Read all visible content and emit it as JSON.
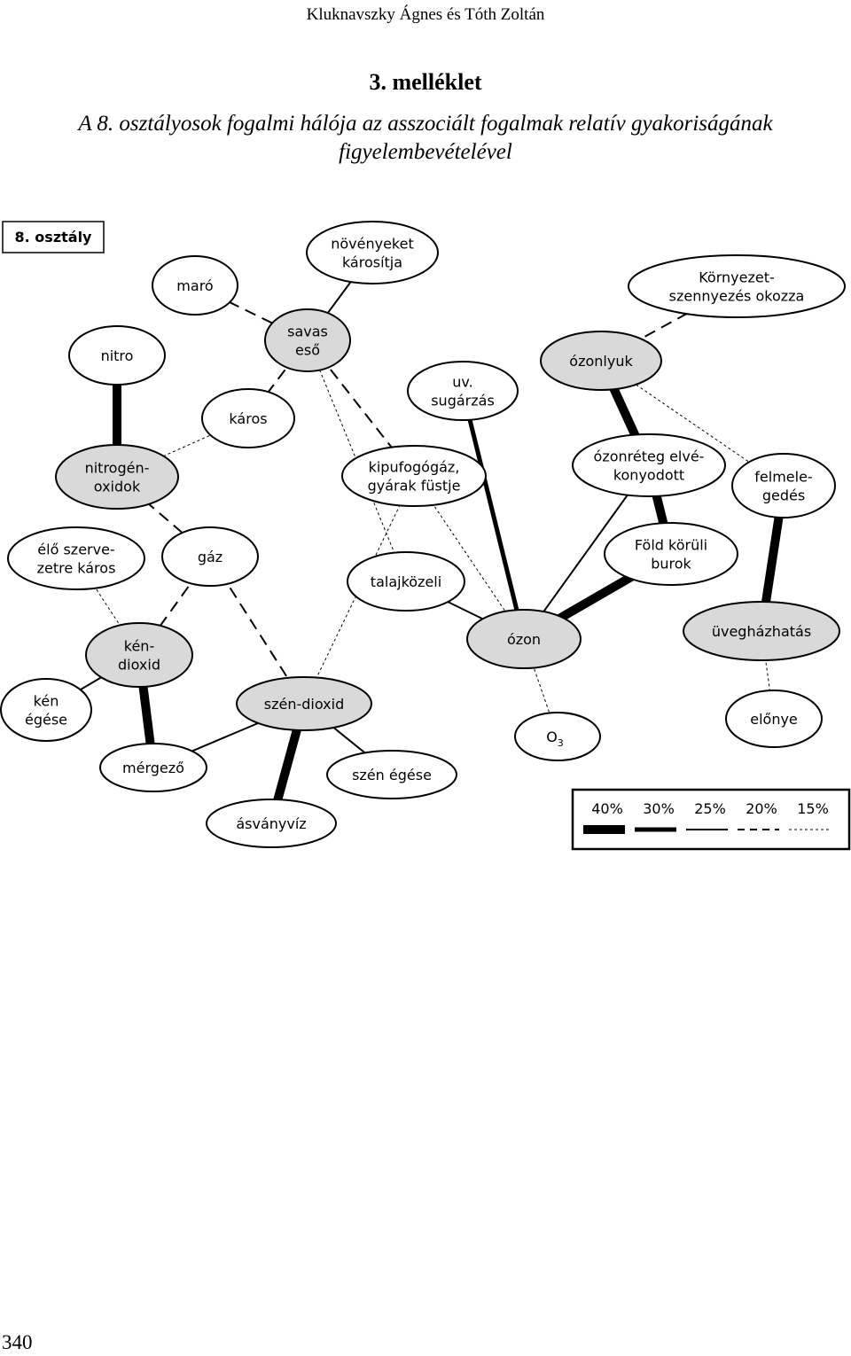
{
  "header": {
    "author": "Kluknavszky Ágnes és Tóth Zoltán"
  },
  "title": "3. melléklet",
  "subtitle": "A 8. osztályosok fogalmi hálója az asszociált fogalmak relatív gyakoriságának figyelembevételével",
  "page_number": "340",
  "diagram": {
    "label": "8. osztály",
    "nodes": [
      {
        "id": "maro",
        "lines": [
          "maró"
        ],
        "fill": "white"
      },
      {
        "id": "novenyeket",
        "lines": [
          "növényeket",
          "károsítja"
        ],
        "fill": "white"
      },
      {
        "id": "kornyezet",
        "lines": [
          "Környezet-",
          "szennyezés okozza"
        ],
        "fill": "white"
      },
      {
        "id": "nitro",
        "lines": [
          "nitro"
        ],
        "fill": "white"
      },
      {
        "id": "savaseso",
        "lines": [
          "savas",
          "eső"
        ],
        "fill": "gray"
      },
      {
        "id": "uv",
        "lines": [
          "uv.",
          "sugárzás"
        ],
        "fill": "white"
      },
      {
        "id": "ozonlyuk",
        "lines": [
          "ózonlyuk"
        ],
        "fill": "gray"
      },
      {
        "id": "karos",
        "lines": [
          "káros"
        ],
        "fill": "white"
      },
      {
        "id": "nitrogen",
        "lines": [
          "nitrogén-",
          "oxidok"
        ],
        "fill": "gray"
      },
      {
        "id": "kipufogo",
        "lines": [
          "kipufogógáz,",
          "gyárak füstje"
        ],
        "fill": "white"
      },
      {
        "id": "ozonreteg",
        "lines": [
          "ózonréteg elvé-",
          "konyodott"
        ],
        "fill": "white"
      },
      {
        "id": "felmelegedes",
        "lines": [
          "felmele-",
          "gedés"
        ],
        "fill": "white"
      },
      {
        "id": "elo",
        "lines": [
          "élő szerve-",
          "zetre káros"
        ],
        "fill": "white"
      },
      {
        "id": "gaz",
        "lines": [
          "gáz"
        ],
        "fill": "white"
      },
      {
        "id": "talaj",
        "lines": [
          "talajközeli"
        ],
        "fill": "white"
      },
      {
        "id": "fold",
        "lines": [
          "Föld körüli",
          "burok"
        ],
        "fill": "white"
      },
      {
        "id": "kendioxid",
        "lines": [
          "kén-",
          "dioxid"
        ],
        "fill": "gray"
      },
      {
        "id": "ozon",
        "lines": [
          "ózon"
        ],
        "fill": "gray"
      },
      {
        "id": "uveghaz",
        "lines": [
          "üvegházhatás"
        ],
        "fill": "gray"
      },
      {
        "id": "ken",
        "lines": [
          "kén",
          "égése"
        ],
        "fill": "white"
      },
      {
        "id": "szendioxid",
        "lines": [
          "szén-dioxid"
        ],
        "fill": "gray"
      },
      {
        "id": "o3",
        "lines": [
          "O",
          "3"
        ],
        "fill": "white"
      },
      {
        "id": "elonye",
        "lines": [
          "előnye"
        ],
        "fill": "white"
      },
      {
        "id": "mergezo",
        "lines": [
          "mérgező"
        ],
        "fill": "white"
      },
      {
        "id": "szenegese",
        "lines": [
          "szén égése"
        ],
        "fill": "white"
      },
      {
        "id": "asvanyviz",
        "lines": [
          "ásványvíz"
        ],
        "fill": "white"
      }
    ],
    "links": [
      {
        "from": "nitro",
        "to": "nitrogen",
        "freq": "40%"
      },
      {
        "from": "maro",
        "to": "savaseso",
        "freq": "20%"
      },
      {
        "from": "novenyeket",
        "to": "savaseso",
        "freq": "25%"
      },
      {
        "from": "savaseso",
        "to": "karos",
        "freq": "20%"
      },
      {
        "from": "savaseso",
        "to": "kipufogo",
        "freq": "20%"
      },
      {
        "from": "savaseso",
        "to": "talaj",
        "freq": "15%"
      },
      {
        "from": "karos",
        "to": "nitrogen",
        "freq": "15%"
      },
      {
        "from": "kornyezet",
        "to": "ozonlyuk",
        "freq": "20%"
      },
      {
        "from": "ozonlyuk",
        "to": "ozonreteg",
        "freq": "40%"
      },
      {
        "from": "ozonlyuk",
        "to": "felmelegedes",
        "freq": "15%"
      },
      {
        "from": "uv",
        "to": "ozon",
        "freq": "30%"
      },
      {
        "from": "ozonreteg",
        "to": "fold",
        "freq": "40%"
      },
      {
        "from": "ozonreteg",
        "to": "ozon",
        "freq": "25%"
      },
      {
        "from": "fold",
        "to": "ozon",
        "freq": "40%"
      },
      {
        "from": "kipufogo",
        "to": "ozon",
        "freq": "15%"
      },
      {
        "from": "kipufogo",
        "to": "szendioxid",
        "freq": "15%"
      },
      {
        "from": "talaj",
        "to": "ozon",
        "freq": "25%"
      },
      {
        "from": "felmelegedes",
        "to": "uveghaz",
        "freq": "40%"
      },
      {
        "from": "uveghaz",
        "to": "elonye",
        "freq": "15%"
      },
      {
        "from": "ozon",
        "to": "o3",
        "freq": "15%"
      },
      {
        "from": "nitrogen",
        "to": "gaz",
        "freq": "20%"
      },
      {
        "from": "elo",
        "to": "kendioxid",
        "freq": "15%"
      },
      {
        "from": "gaz",
        "to": "kendioxid",
        "freq": "20%"
      },
      {
        "from": "gaz",
        "to": "szendioxid",
        "freq": "20%"
      },
      {
        "from": "kendioxid",
        "to": "ken",
        "freq": "25%"
      },
      {
        "from": "kendioxid",
        "to": "mergezo",
        "freq": "40%"
      },
      {
        "from": "szendioxid",
        "to": "szenegese",
        "freq": "25%"
      },
      {
        "from": "szendioxid",
        "to": "asvanyviz",
        "freq": "40%"
      },
      {
        "from": "szendioxid",
        "to": "mergezo",
        "freq": "25%"
      }
    ],
    "legend": [
      {
        "label": "40%",
        "style": "40"
      },
      {
        "label": "30%",
        "style": "30"
      },
      {
        "label": "25%",
        "style": "25"
      },
      {
        "label": "20%",
        "style": "20"
      },
      {
        "label": "15%",
        "style": "15"
      }
    ]
  }
}
